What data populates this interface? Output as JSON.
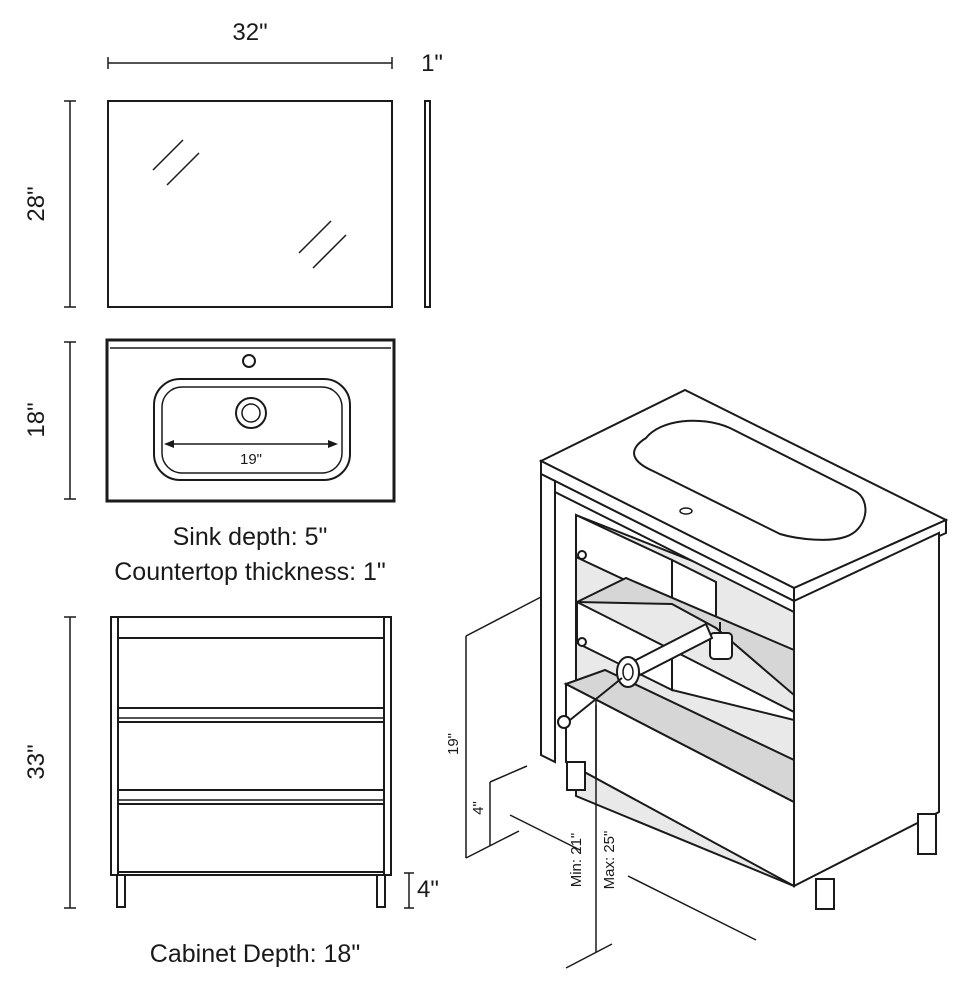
{
  "mirror": {
    "width_label": "32\"",
    "thickness_label": "1\"",
    "height_label": "28\""
  },
  "countertop": {
    "depth_label": "18\"",
    "basin_width_label": "19\"",
    "caption_sink_depth": "Sink depth: 5\"",
    "caption_thickness": "Countertop thickness: 1\""
  },
  "cabinet_front": {
    "height_label": "33\"",
    "leg_label": "4\"",
    "caption_depth": "Cabinet Depth: 18\""
  },
  "perspective": {
    "drain_height_label": "19\"",
    "leg_height_label": "4\"",
    "min_label": "Min: 21\"",
    "max_label": "Max: 25\""
  }
}
